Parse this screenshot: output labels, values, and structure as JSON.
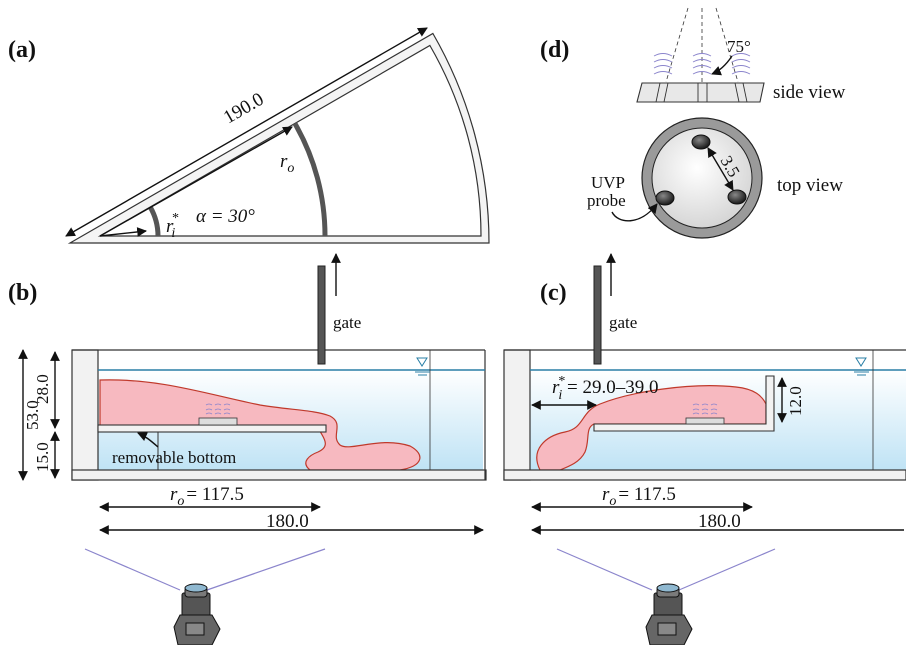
{
  "panels": {
    "a": "(a)",
    "b": "(b)",
    "c": "(c)",
    "d": "(d)"
  },
  "sector": {
    "length": "190.0",
    "r_o": "r",
    "r_o_sub": "o",
    "r_i": "r",
    "r_i_sup": "*",
    "r_i_sub": "i",
    "alpha": "α  = 30°"
  },
  "tank_b": {
    "depth_total": "53.0",
    "depth_water": "28.0",
    "depth_bottom": "15.0",
    "removable_bottom": "removable bottom",
    "gate": "gate",
    "ro_label": "= 117.5",
    "r": "r",
    "r_sub": "o",
    "length": "180.0"
  },
  "tank_c": {
    "gate": "gate",
    "ri_prefix": "r",
    "ri_sup": "*",
    "ri_sub": "i",
    "ri_range": " = 29.0–39.0",
    "wall_height": "12.0",
    "ro_label": "= 117.5",
    "r": "r",
    "r_sub": "o",
    "length": "180.0"
  },
  "probe": {
    "angle": "75°",
    "side_view": "side view",
    "top_view": "top view",
    "spacing": "3.5",
    "uvp_line1": "UVP",
    "uvp_line2": "probe"
  },
  "colors": {
    "current_fill": "#f7b9c0",
    "current_stroke": "#c0392b",
    "water_top": "#ffffff",
    "water_bottom": "#bfe3f5",
    "surface_line": "#2a7fa6",
    "camera_view": "#8b85cc"
  }
}
